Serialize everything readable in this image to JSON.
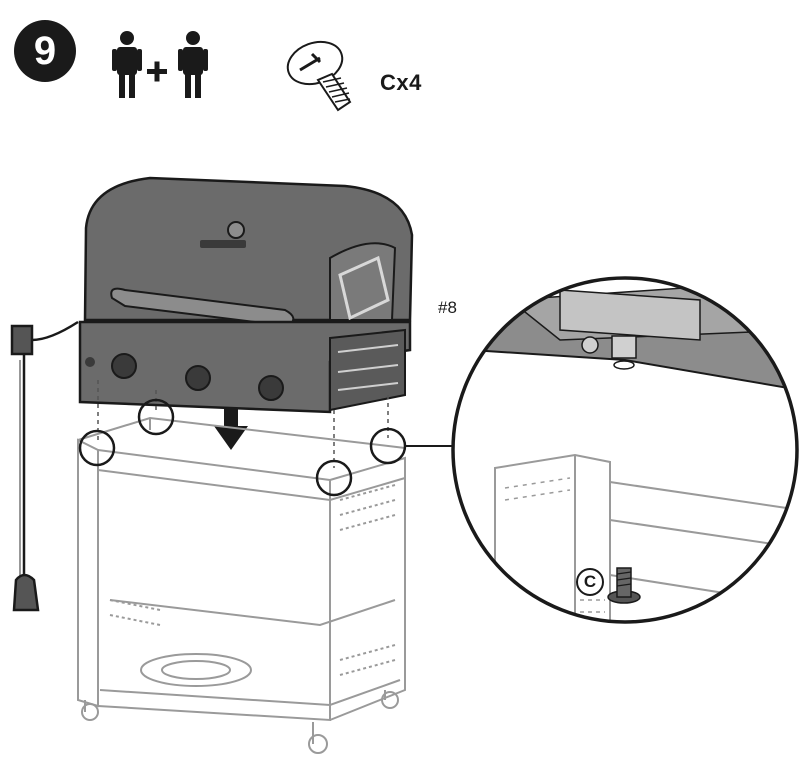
{
  "step": {
    "number": "9"
  },
  "people": {
    "icons": [
      "person-icon",
      "plus-icon",
      "person-icon"
    ],
    "plus_symbol": "+"
  },
  "hardware": {
    "icon": "bolt-icon",
    "quantity_label": "Cx4"
  },
  "callouts": {
    "grill_head_part": "#8",
    "bolt_part": "C"
  },
  "colors": {
    "ink": "#1a1a1a",
    "body_gray": "#6b6b6b",
    "panel_gray": "#8c8c8c",
    "line_gray": "#b5b5b5"
  }
}
